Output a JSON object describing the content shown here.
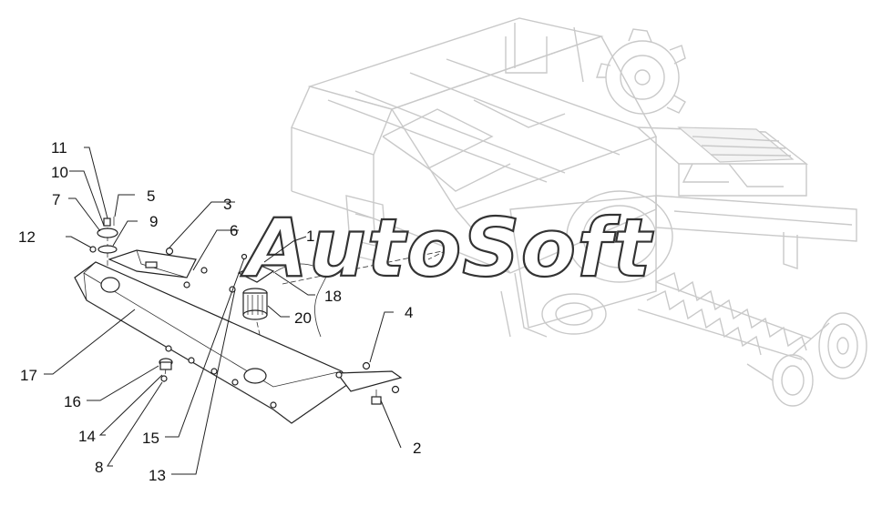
{
  "watermark": "AutoSoft",
  "callouts": [
    {
      "label": "1"
    },
    {
      "label": "2"
    },
    {
      "label": "3"
    },
    {
      "label": "4"
    },
    {
      "label": "5"
    },
    {
      "label": "6"
    },
    {
      "label": "7"
    },
    {
      "label": "8"
    },
    {
      "label": "9"
    },
    {
      "label": "10"
    },
    {
      "label": "11"
    },
    {
      "label": "12"
    },
    {
      "label": "13"
    },
    {
      "label": "14"
    },
    {
      "label": "15"
    },
    {
      "label": "16"
    },
    {
      "label": "17"
    },
    {
      "label": "18"
    },
    {
      "label": "20"
    }
  ]
}
